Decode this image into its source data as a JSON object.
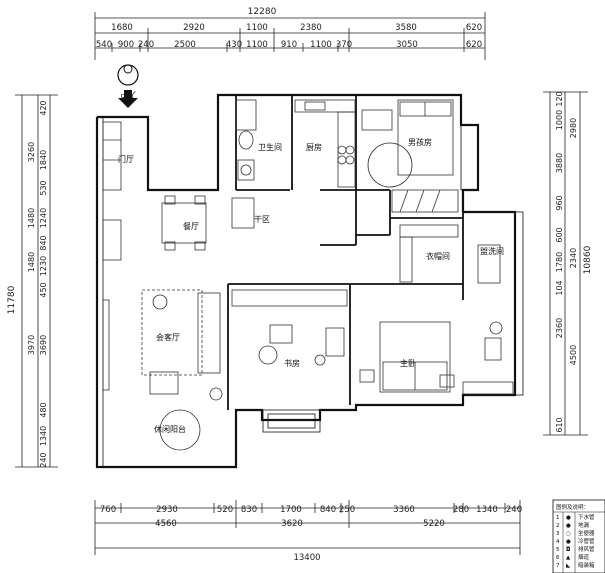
{
  "dims_top": {
    "total": "12280",
    "row1": [
      "1680",
      "2920",
      "1100",
      "2380",
      "3580",
      "620"
    ],
    "row2": [
      "540",
      "900",
      "240",
      "2500",
      "430",
      "1100",
      "910",
      "1100",
      "370",
      "3050",
      "620"
    ]
  },
  "dims_bottom": {
    "total": "13400",
    "row1": [
      "760",
      "2930",
      "520",
      "830",
      "1700",
      "840",
      "250",
      "3360",
      "280",
      "1340",
      "240"
    ],
    "row2": [
      "4560",
      "3620",
      "5220"
    ]
  },
  "dims_left": {
    "total": "11780",
    "row1": [
      "420",
      "3260",
      "1840",
      "530",
      "1480",
      "1240",
      "840",
      "1480",
      "1230",
      "450",
      "3970",
      "3690",
      "480",
      "1340",
      "240"
    ]
  },
  "dims_right": {
    "total": "10860",
    "row1": [
      "120",
      "1000",
      "2980",
      "3880",
      "960",
      "600",
      "1780",
      "2340",
      "104",
      "2360",
      "4500",
      "610"
    ]
  },
  "rooms": {
    "entrance": "入户",
    "foyer": "门厅",
    "bathroom": "卫生间",
    "kitchen": "厨房",
    "boy_room": "男孩房",
    "dry_area": "干区",
    "dining": "餐厅",
    "cloakroom": "衣帽间",
    "living": "会客厅",
    "study": "书房",
    "master": "主卧",
    "leisure": "休闲阳台",
    "washroom": "盥洗间"
  },
  "legend": {
    "title": "图例及说明：",
    "items": [
      {
        "no": "1",
        "sym": "●",
        "text": "下水管"
      },
      {
        "no": "2",
        "sym": "●",
        "text": "地漏"
      },
      {
        "no": "3",
        "sym": "○",
        "text": "坐便器"
      },
      {
        "no": "4",
        "sym": "●",
        "text": "冷管管"
      },
      {
        "no": "5",
        "sym": "◘",
        "text": "排风管"
      },
      {
        "no": "6",
        "sym": "▲",
        "text": "烟道"
      },
      {
        "no": "7",
        "sym": "◣",
        "text": "暗装箱"
      }
    ]
  },
  "colors": {
    "line": "#111111",
    "furniture": "#333333",
    "dim": "#222222"
  }
}
